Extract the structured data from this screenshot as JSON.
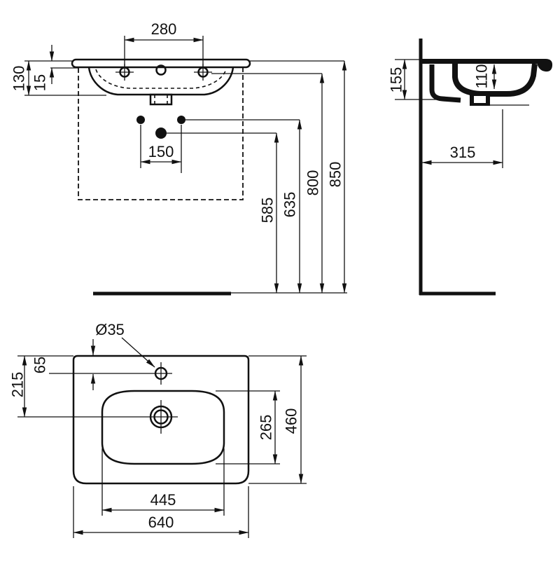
{
  "drawing": {
    "type": "washbasin technical dimension drawing",
    "unit": "mm",
    "front_view": {
      "dim_faucet_holes_spacing": "280",
      "dim_basin_height": "130",
      "dim_rim_thickness": "15",
      "dim_fixing_holes_spacing": "150",
      "dim_floor_to_drain": "585",
      "dim_floor_to_fixing_holes": "635",
      "dim_floor_to_deck_holes": "800",
      "dim_floor_to_rim_top": "850"
    },
    "side_view": {
      "dim_section_height": "155",
      "dim_bowl_inner_depth": "110",
      "dim_wall_to_drain": "315"
    },
    "plan_view": {
      "dim_faucet_hole_diameter": "Ø35",
      "dim_edge_to_faucet_hole": "65",
      "dim_edge_to_drain": "215",
      "dim_bowl_inner_depth": "265",
      "dim_overall_depth": "460",
      "dim_bowl_inner_width": "445",
      "dim_overall_width": "640"
    }
  }
}
